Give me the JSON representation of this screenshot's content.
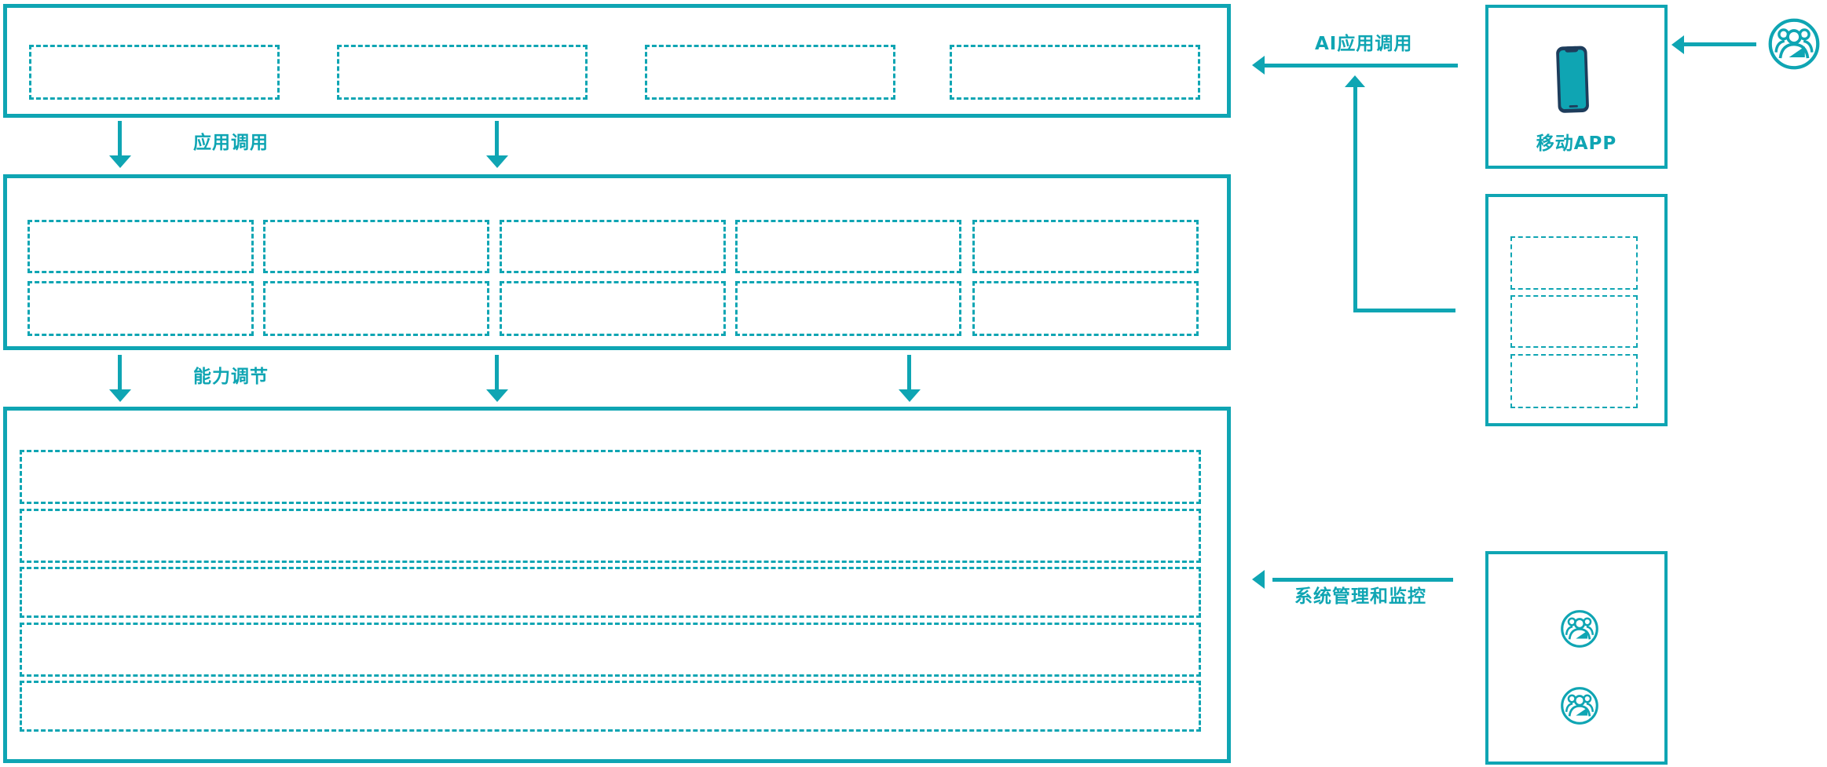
{
  "diagram": {
    "title_hint": "AI capability platform architecture diagram",
    "colors": {
      "accent_teal": "#0FA5B3",
      "phone_navy": "#1E3D5C",
      "background": "#FFFFFF"
    },
    "layers": {
      "top_layer": {
        "placeholder_count": 4
      },
      "middle_layer": {
        "placeholder_rows": 2,
        "placeholder_cols": 5,
        "placeholder_count": 10
      },
      "bottom_layer": {
        "placeholder_count": 5
      }
    },
    "edges": {
      "app_call_label": "应用调用",
      "capability_label": "能力调节",
      "ai_app_call_label": "AI应用调用",
      "system_monitor_label": "系统管理和监控"
    },
    "right_column": {
      "mobile_app_box": {
        "label": "移动APP",
        "icon": "smartphone-icon"
      },
      "middle_box": {
        "placeholder_count": 3
      },
      "admin_box": {
        "icons": [
          "users-icon",
          "users-icon"
        ]
      },
      "external_user_icon": "users-icon"
    }
  }
}
